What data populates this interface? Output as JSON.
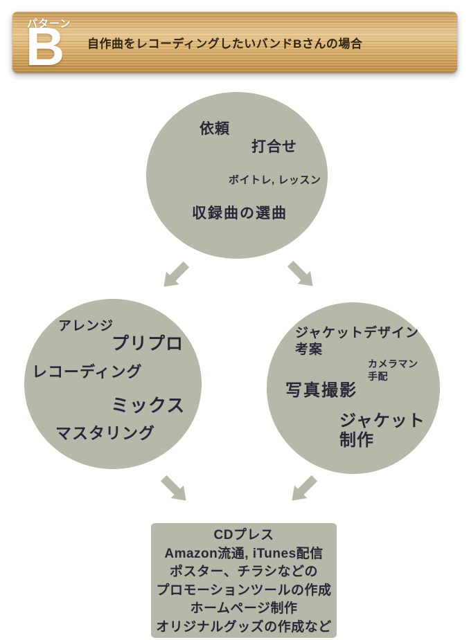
{
  "header": {
    "pattern_label": "パターン",
    "pattern_letter": "B",
    "title": "自作曲をレコーディングしたいバンドBさんの場合"
  },
  "flow": {
    "step1": {
      "request": "依頼",
      "meeting": "打合せ",
      "voice_training": "ボイトレ, レッスン",
      "song_selection": "収録曲の選曲"
    },
    "step2_left": {
      "arrange": "アレンジ",
      "preproduction": "プリプロ",
      "recording": "レコーディング",
      "mix": "ミックス",
      "mastering": "マスタリング"
    },
    "step2_right": {
      "jacket_design": "ジャケットデザイン\n考案",
      "cameraman": "カメラマン\n手配",
      "photo_shoot": "写真撮影",
      "jacket_production": "ジャケット\n制作"
    },
    "step3": {
      "lines": [
        "CDプレス",
        "Amazon流通, iTunes配信",
        "ポスター、チラシなどの",
        "プロモーションツールの作成",
        "ホームページ制作",
        "オリジナルグッズの作成など"
      ]
    }
  },
  "colors": {
    "shape_fill": "#b6b8a9",
    "shape_text": "#262737",
    "banner_tan": "#d2a567",
    "banner_title_text": "#2f2514",
    "banner_label_text": "#ffffff"
  }
}
